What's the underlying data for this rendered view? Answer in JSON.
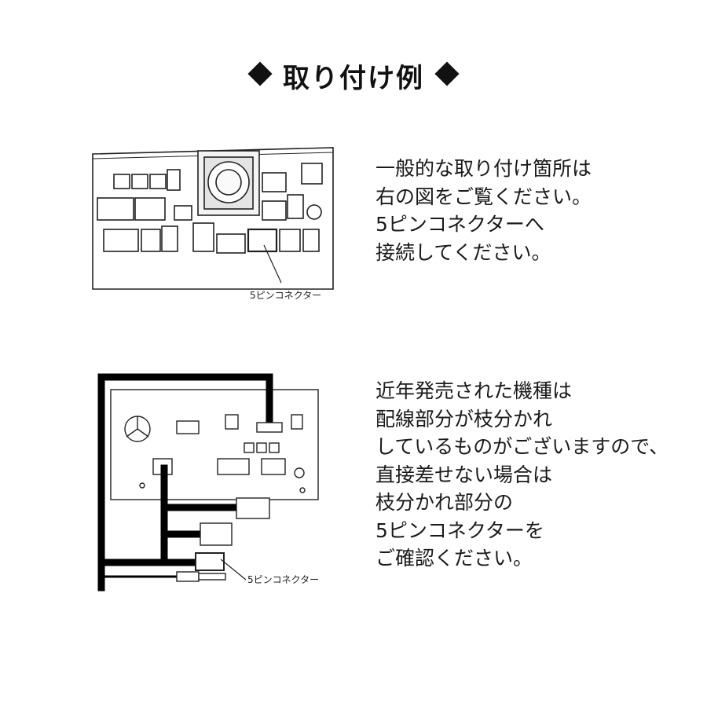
{
  "title": "取り付け例",
  "section1": {
    "lines": [
      "一般的な取り付け箇所は",
      "右の図をご覧ください。",
      "5ピンコネクターへ",
      "接続してください。"
    ],
    "connector_label": "5ピンコネクター"
  },
  "section2": {
    "lines": [
      "近年発売された機種は",
      "配線部分が枝分かれ",
      "しているものがございますので、",
      "直接差せない場合は",
      "枝分かれ部分の",
      "5ピンコネクターを",
      "ご確認ください。"
    ],
    "connector_label": "5ピンコネクター"
  }
}
